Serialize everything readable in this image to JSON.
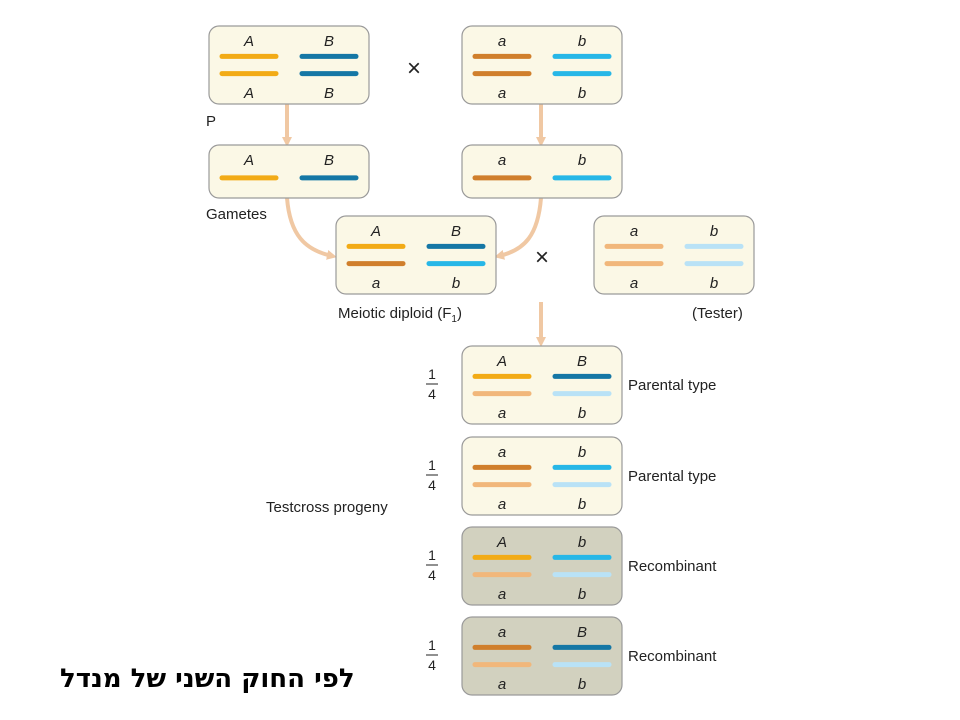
{
  "colors": {
    "A": "#f2ab16",
    "a": "#d07f2c",
    "a_tester": "#f1b77b",
    "B": "#1577a5",
    "b": "#27b7e7",
    "b_tester": "#b9e2f6",
    "box_fill": "#fbf8e6",
    "recombinant_fill": "#d2d1bf",
    "box_stroke": "#9a9a9a",
    "arrow": "#f0c8a3",
    "text": "#222222"
  },
  "labels": {
    "A": "A",
    "a": "a",
    "B": "B",
    "b": "b",
    "cross": "×",
    "p": "P",
    "gametes": "Gametes",
    "meiotic_diploid": "Meiotic diploid (F",
    "meiotic_diploid_sub": "1",
    "meiotic_diploid_end": ")",
    "tester": "(Tester)",
    "testcross_progeny": "Testcross progeny",
    "fraction_num": "1",
    "fraction_den": "4",
    "parental_type": "Parental type",
    "recombinant": "Recombinant"
  },
  "progeny": [
    {
      "top": [
        "A",
        "B"
      ],
      "bottom": [
        "a",
        "b"
      ],
      "type": "parental_type",
      "recombinant": false
    },
    {
      "top": [
        "a",
        "b"
      ],
      "bottom": [
        "a",
        "b"
      ],
      "type": "parental_type",
      "recombinant": false
    },
    {
      "top": [
        "A",
        "b"
      ],
      "bottom": [
        "a",
        "b"
      ],
      "type": "recombinant",
      "recombinant": true
    },
    {
      "top": [
        "a",
        "B"
      ],
      "bottom": [
        "a",
        "b"
      ],
      "type": "recombinant",
      "recombinant": true
    }
  ],
  "caption": "לפי החוק השני של מנדל"
}
